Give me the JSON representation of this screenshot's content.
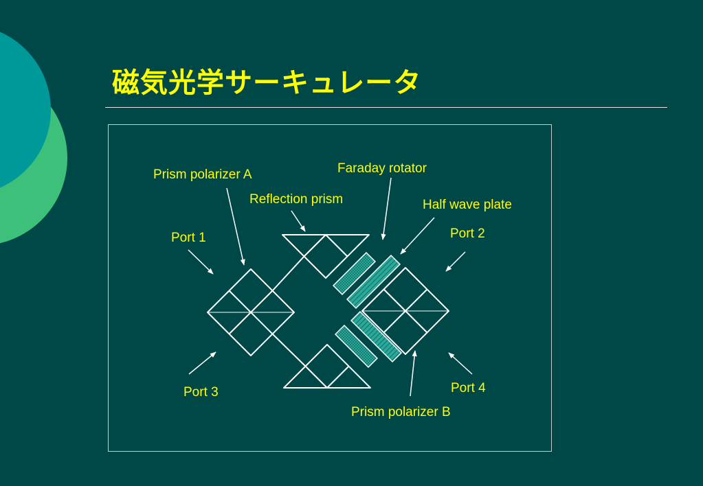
{
  "slide": {
    "title": "磁気光学サーキュレータ"
  },
  "colors": {
    "background": "#004848",
    "title_text": "#ffff00",
    "label_text": "#ffff00",
    "lines": "#ffffff",
    "decor_teal": "#009999",
    "decor_green": "#3cc07a",
    "rotator_fill": "#33b5a5"
  },
  "diagram": {
    "labels": {
      "prism_polarizer_a": "Prism polarizer A",
      "faraday_rotator": "Faraday rotator",
      "reflection_prism": "Reflection prism",
      "half_wave_plate": "Half wave plate",
      "port1": "Port 1",
      "port2": "Port 2",
      "port3": "Port 3",
      "port4": "Port 4",
      "prism_polarizer_b": "Prism polarizer B"
    }
  }
}
